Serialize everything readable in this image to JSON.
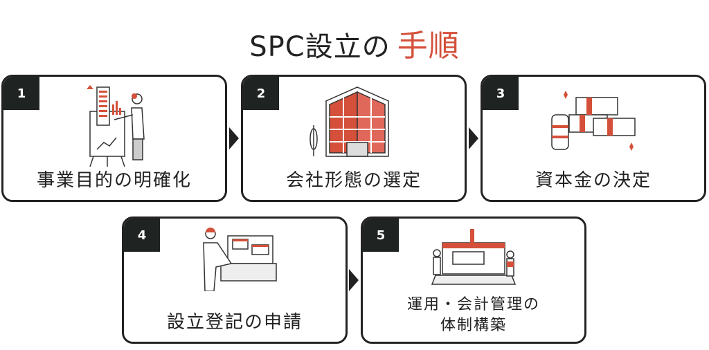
{
  "title": {
    "main": "SPC設立の",
    "accent": "手順"
  },
  "colors": {
    "accent": "#d4503a",
    "dark": "#1f2322"
  },
  "steps": [
    {
      "number": "1",
      "label": "事業目的の明確化",
      "icon": "presentation-chart-icon"
    },
    {
      "number": "2",
      "label": "会社形態の選定",
      "icon": "office-building-icon"
    },
    {
      "number": "3",
      "label": "資本金の決定",
      "icon": "money-stack-icon"
    },
    {
      "number": "4",
      "label": "設立登記の申請",
      "icon": "office-worker-icon"
    },
    {
      "number": "5",
      "label_line1": "運用・会計管理の",
      "label_line2": "体制構築",
      "icon": "system-build-icon"
    }
  ]
}
